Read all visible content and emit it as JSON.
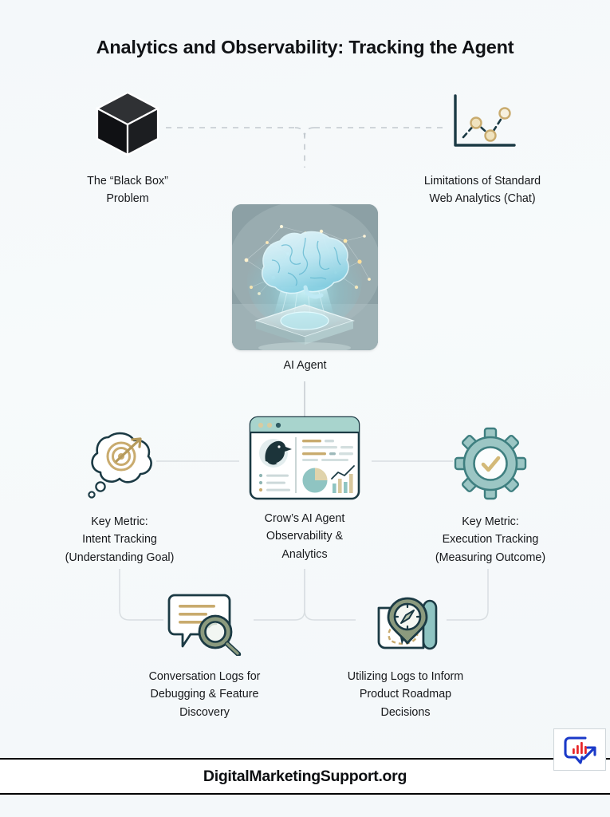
{
  "page": {
    "title": "Analytics and Observability: Tracking the Agent",
    "background_color": "#f4f8fa",
    "accent_teal": "#7fb0ad",
    "accent_tan": "#c9ab6e",
    "accent_navy": "#1b3a44",
    "connector_color": "#d4dade"
  },
  "nodes": {
    "black_box": {
      "icon": "black-box-cube-icon",
      "caption": "The “Black Box”\nProblem"
    },
    "web_analytics": {
      "icon": "line-chart-icon",
      "caption": "Limitations of Standard\nWeb Analytics (Chat)"
    },
    "ai_agent": {
      "icon": "holographic-brain-image",
      "caption": "AI Agent"
    },
    "intent_tracking": {
      "icon": "thought-bubble-target-icon",
      "caption": "Key Metric:\nIntent Tracking\n(Understanding Goal)"
    },
    "observability_hub": {
      "icon": "crow-dashboard-icon",
      "caption": "Crow’s AI Agent\nObservability &\nAnalytics"
    },
    "execution_tracking": {
      "icon": "gear-checkmark-icon",
      "caption": "Key Metric:\nExecution Tracking\n(Measuring Outcome)"
    },
    "conversation_logs": {
      "icon": "chat-magnifier-icon",
      "caption": "Conversation Logs for\nDebugging & Feature\nDiscovery"
    },
    "product_roadmap": {
      "icon": "map-compass-icon",
      "caption": "Utilizing Logs to Inform\nProduct Roadmap\nDecisions"
    }
  },
  "footer": {
    "site": "DigitalMarketingSupport.org",
    "logo": "chat-bars-arrow-logo",
    "logo_colors": {
      "blue": "#1a39c8",
      "red": "#e8282b"
    }
  }
}
